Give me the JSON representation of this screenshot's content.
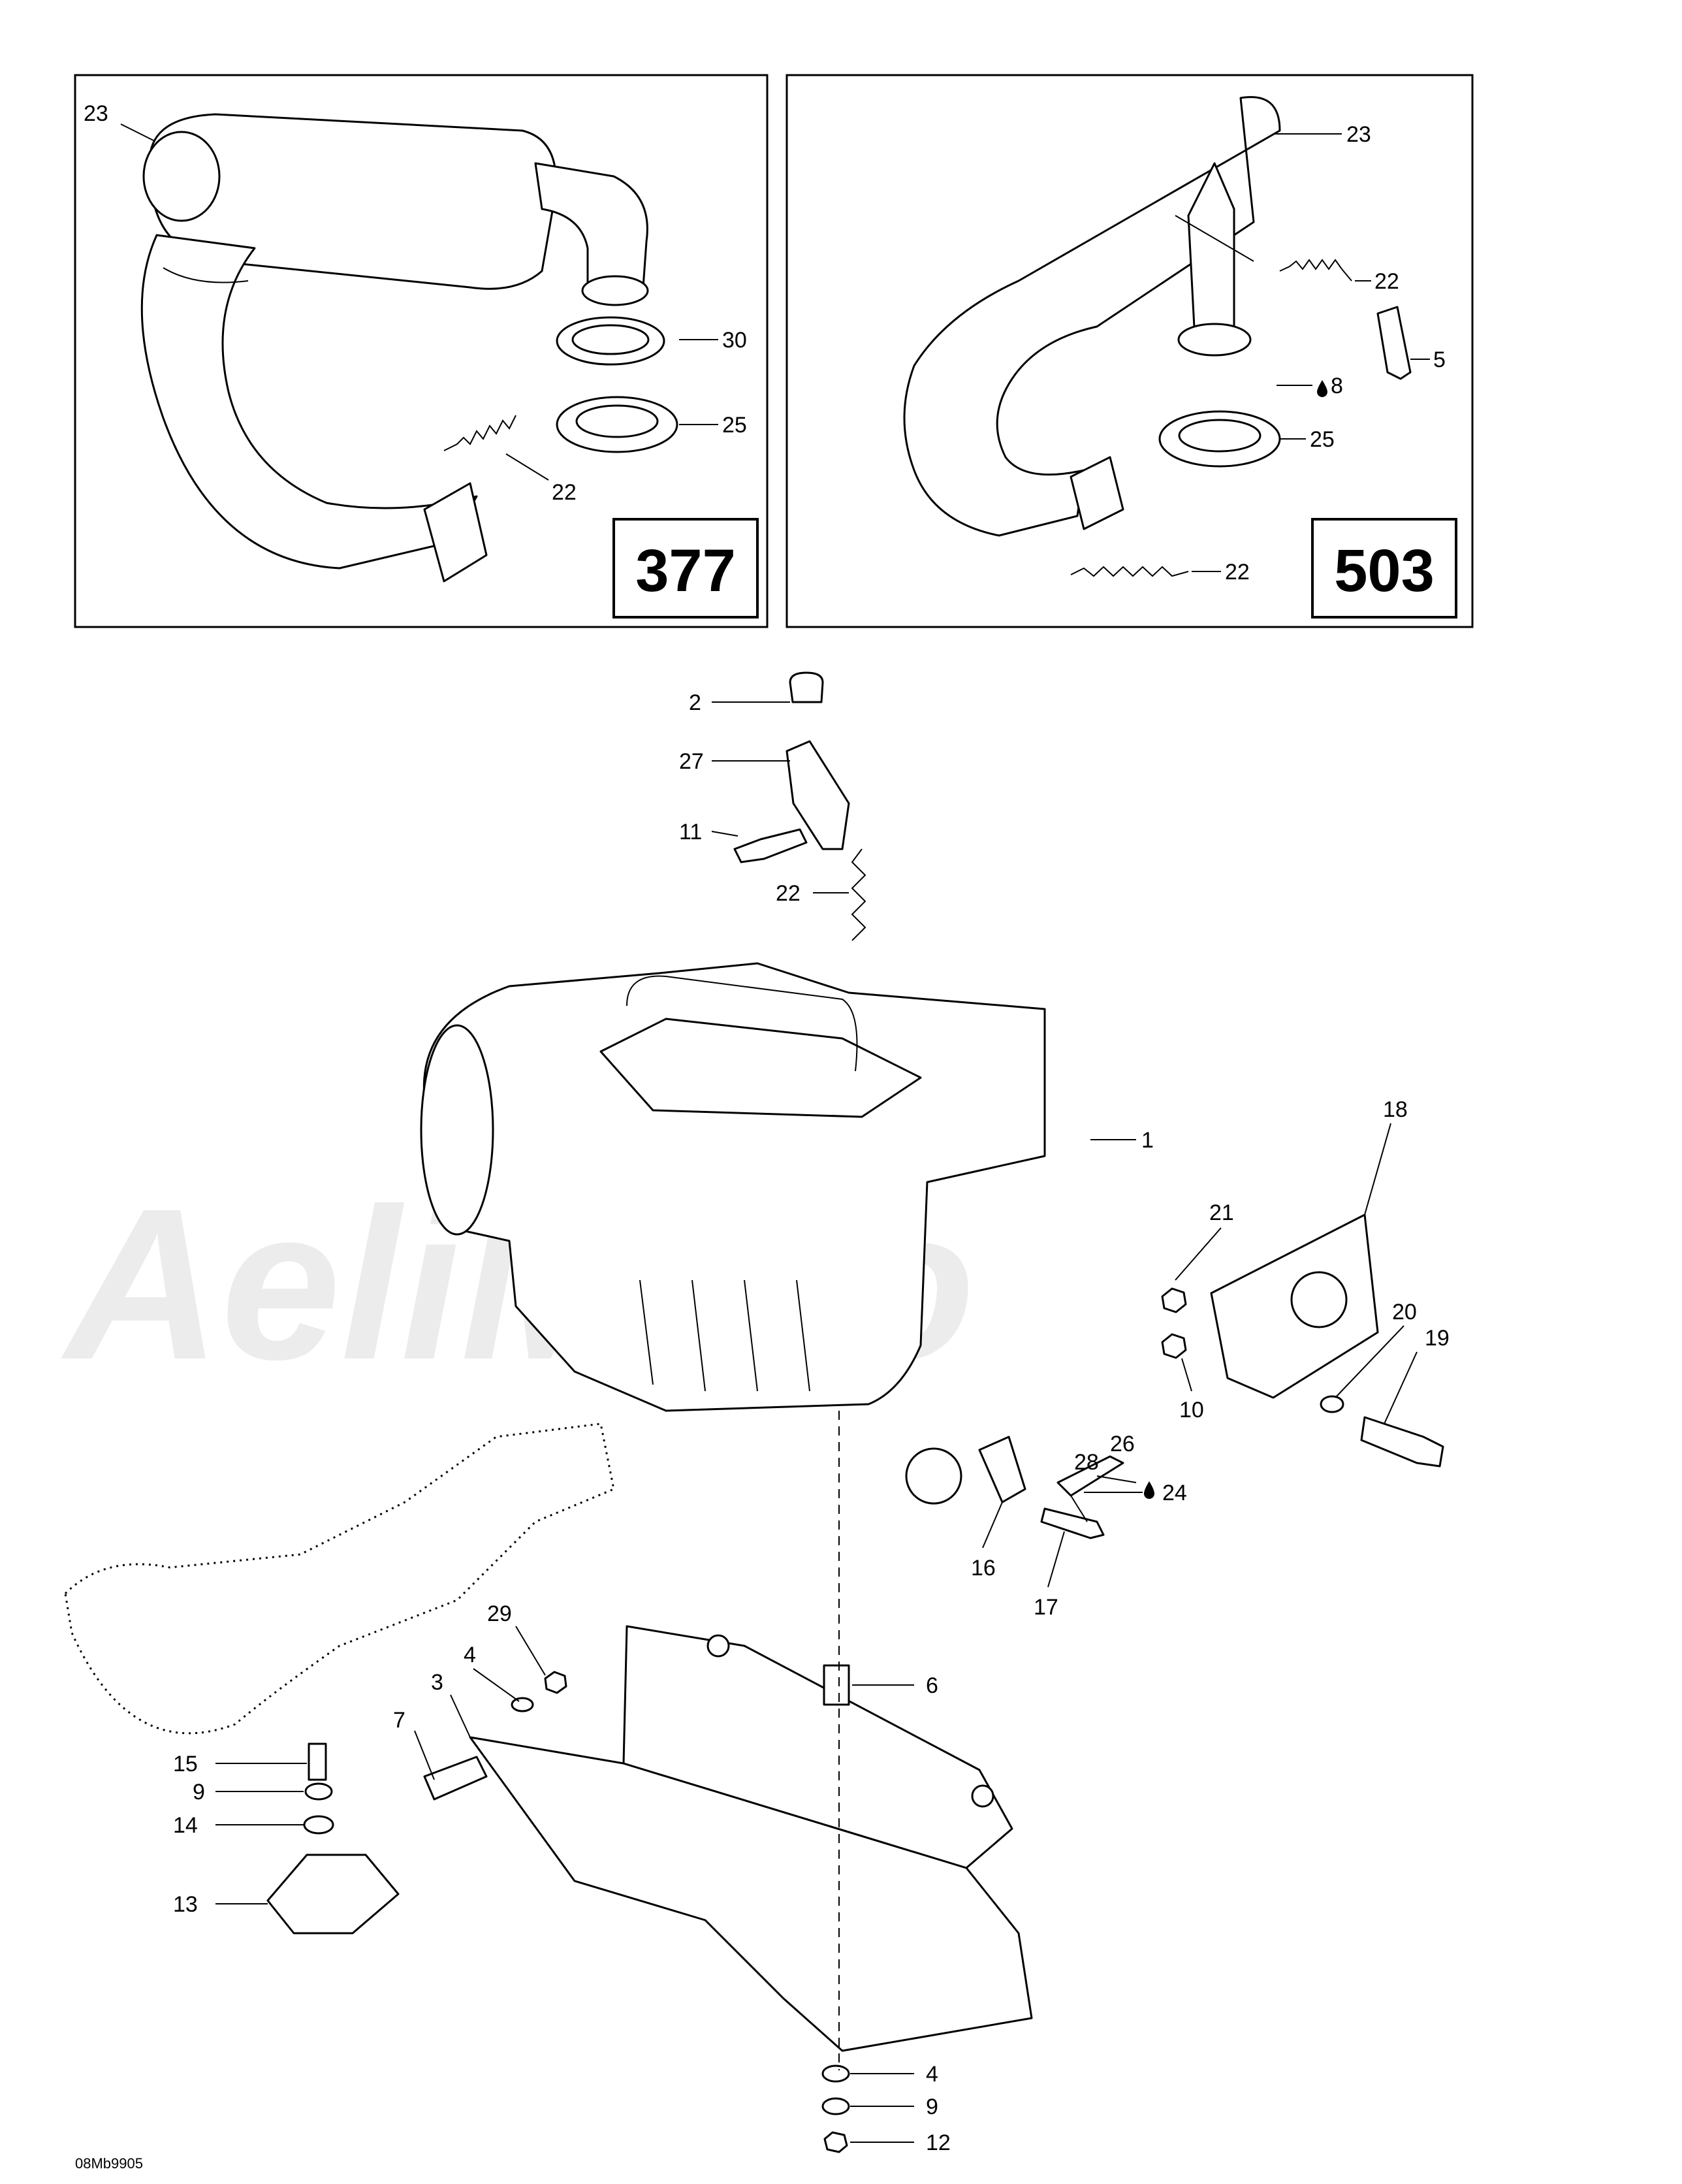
{
  "watermark": {
    "text": "AeliMoto"
  },
  "panels": [
    {
      "engine": "377"
    },
    {
      "engine": "503"
    }
  ],
  "callouts": {
    "p377_23": "23",
    "p377_30": "30",
    "p377_25": "25",
    "p377_22": "22",
    "p503_23": "23",
    "p503_22a": "22",
    "p503_5": "5",
    "p503_8": "8",
    "p503_25": "25",
    "p503_22b": "22",
    "c2": "2",
    "c27": "27",
    "c11": "11",
    "c22": "22",
    "c1": "1",
    "c18": "18",
    "c21": "21",
    "c20": "20",
    "c19": "19",
    "c10": "10",
    "c26": "26",
    "c28": "28",
    "c24": "24",
    "c16": "16",
    "c17": "17",
    "c29": "29",
    "c4a": "4",
    "c3": "3",
    "c6": "6",
    "c7": "7",
    "c15": "15",
    "c9a": "9",
    "c14": "14",
    "c13": "13",
    "c4b": "4",
    "c9b": "9",
    "c12": "12"
  },
  "drawing_code": "08Mb9905"
}
